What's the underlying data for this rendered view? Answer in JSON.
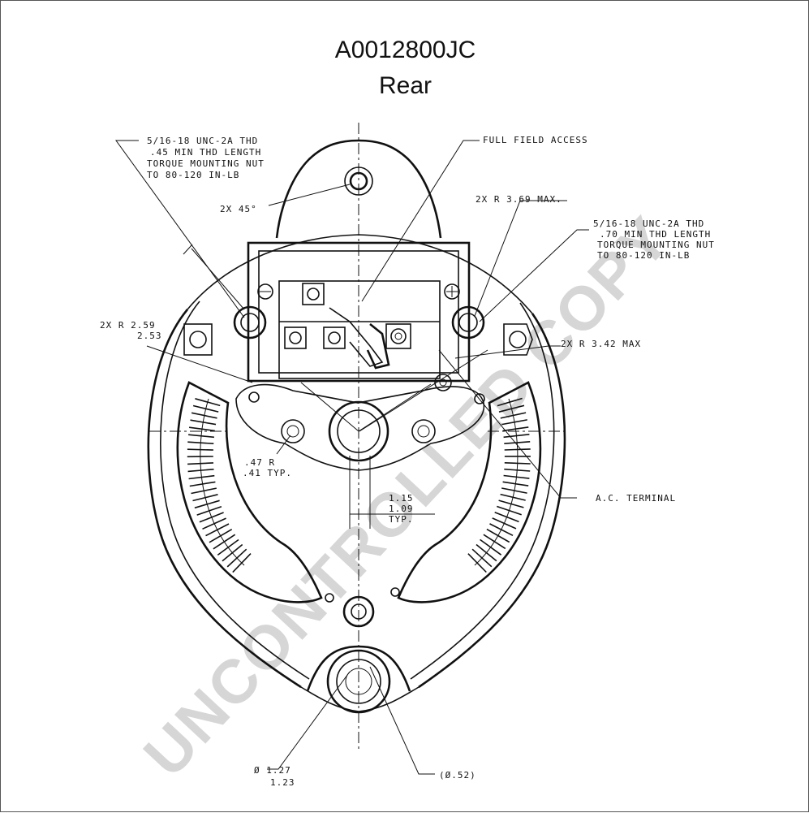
{
  "header": {
    "title": "A0012800JC",
    "subtitle": "Rear"
  },
  "callouts": {
    "mount_thread_left": [
      "5/16-18 UNC-2A THD",
      ".45 MIN THD LENGTH",
      "TORQUE MOUNTING NUT",
      "TO 80-120 IN-LB"
    ],
    "mount_thread_right": [
      "5/16-18 UNC-2A THD",
      ".70 MIN THD LENGTH",
      "TORQUE MOUNTING NUT",
      "TO 80-120 IN-LB"
    ],
    "full_field_access": "FULL FIELD ACCESS",
    "angle": "2X 45°",
    "radius_max_369": "2X R 3.69 MAX.",
    "radius_259": "2X R 2.59",
    "radius_253": "2.53",
    "radius_max_342": "2X R 3.42 MAX",
    "hole_radius_47": ".47 R",
    "hole_radius_41": ".41 TYP.",
    "dim_115": "1.15",
    "dim_109": "1.09",
    "dim_typ": "TYP.",
    "ac_terminal": "A.C. TERMINAL",
    "dia_127": "Ø 1.27",
    "dia_123": "1.23",
    "dia_052": "(Ø.52)"
  },
  "watermark": "UNCONTROLLED COPY"
}
